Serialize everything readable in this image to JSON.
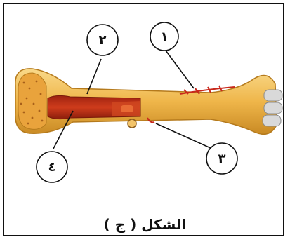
{
  "figure": {
    "caption": "الشكل ( ج )",
    "labels": [
      {
        "id": "1",
        "text": "١"
      },
      {
        "id": "2",
        "text": "٢"
      },
      {
        "id": "3",
        "text": "٣"
      },
      {
        "id": "4",
        "text": "٤"
      }
    ]
  },
  "colors": {
    "bone": "#f0b84a",
    "bone_light": "#f7d57e",
    "marrow": "#c2361e",
    "spongy": "#e8a040",
    "vessel": "#c8281c",
    "cartilage": "#d8d8d8"
  }
}
